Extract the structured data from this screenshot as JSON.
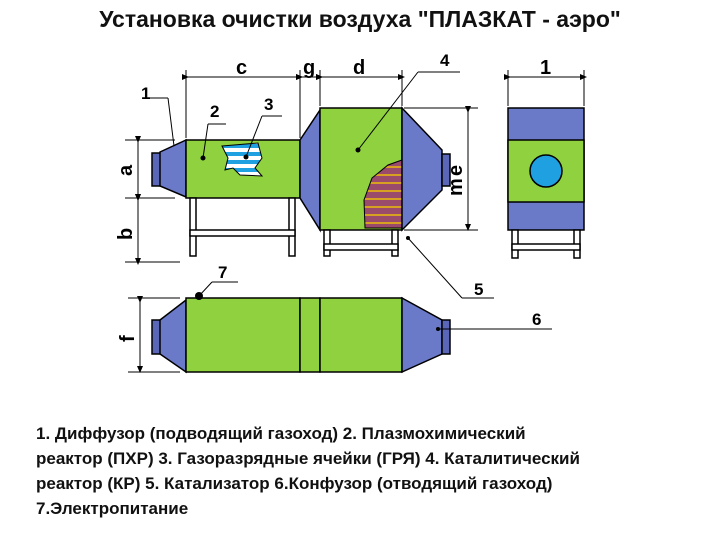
{
  "title": "Установка очистки воздуха \"ПЛАЗКАТ - аэро\"",
  "labels": {
    "n1": "1",
    "n1b": "1",
    "n2": "2",
    "n3": "3",
    "n4": "4",
    "n5": "5",
    "n6": "6",
    "n7": "7",
    "a": "a",
    "b": "b",
    "c": "c",
    "d": "d",
    "e": "e",
    "f": "f",
    "g": "g",
    "m": "m"
  },
  "caption": {
    "line1": "1. Диффузор (подводящий газоход) 2. Плазмохимический",
    "line2": "реактор (ПХР) 3. Газоразрядные ячейки (ГРЯ) 4. Каталитический",
    "line3": "реактор (КР) 5. Катализатор 6.Конфузор (отводящий газоход)",
    "line4": "7.Электропитание"
  },
  "colors": {
    "green": "#8fd13f",
    "blue": "#6b79c9",
    "cyan": "#1fa0e0",
    "brick": "#9a4a6a"
  }
}
